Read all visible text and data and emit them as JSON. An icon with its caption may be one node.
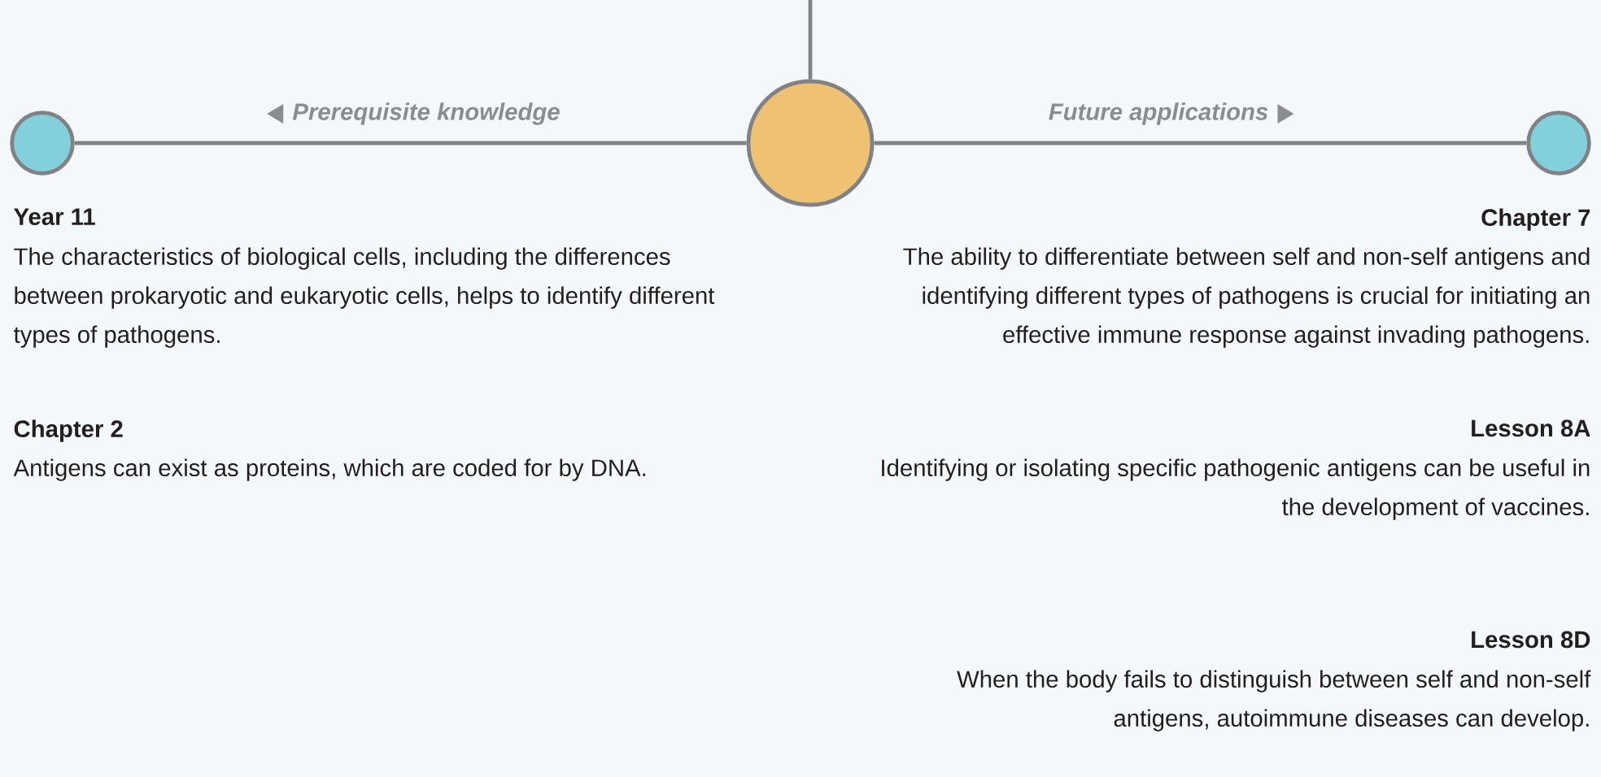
{
  "diagram": {
    "nodes": [
      {
        "text": [],
        "shape": "circle",
        "beside": [
          "Year 11",
          "The characteristics of biological cells, including the differences between prokaryotic and eukaryotic cells, helps to identify different types of pathogens.",
          "Chapter 2",
          "Antigens can exist as proteins, which are coded for by DNA."
        ]
      },
      {
        "text": [],
        "shape": "circle"
      },
      {
        "text": [],
        "shape": "circle",
        "beside": [
          "Chapter 7",
          "The ability to differentiate between self and non-self antigens and identifying different types of pathogens is crucial for initiating an effective immune response against invading pathogens.",
          "Lesson 8A",
          "Identifying or isolating specific pathogenic antigens can be useful in the development of vaccines.",
          "Lesson 8D",
          "When the body fails to distinguish between self and non-self antigens, autoimmune diseases can develop."
        ]
      }
    ],
    "edges": [
      {
        "from": 1,
        "to": 0,
        "arrow": "none",
        "label": "Prerequisite knowledge"
      },
      {
        "from": 1,
        "to": 2,
        "arrow": "none",
        "label": "Future applications"
      },
      {
        "from": null,
        "to": 1,
        "arrow": "none"
      }
    ]
  }
}
